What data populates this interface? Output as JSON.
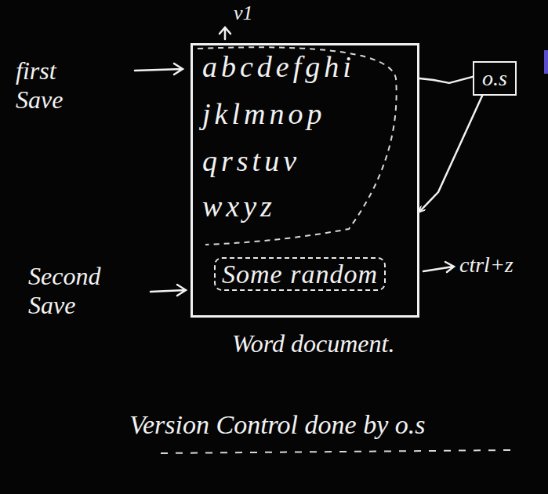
{
  "diagram": {
    "caption": "Version Control done by o.s",
    "nodes": [
      {
        "text": [
          "abcdefghi",
          "jklmnop",
          "qrstuv",
          "wxyz",
          "Word document."
        ]
      },
      {
        "text": [
          "Some random"
        ],
        "in": 0
      },
      {
        "text": [
          "o.s"
        ]
      }
    ],
    "edges": [
      {
        "from": 2,
        "to": 0,
        "arrow": "none"
      },
      {
        "from": 2,
        "to": 0,
        "arrow": "to"
      }
    ],
    "labels": [
      "v1",
      "first Save",
      "Second Save",
      "ctrl+z"
    ]
  }
}
